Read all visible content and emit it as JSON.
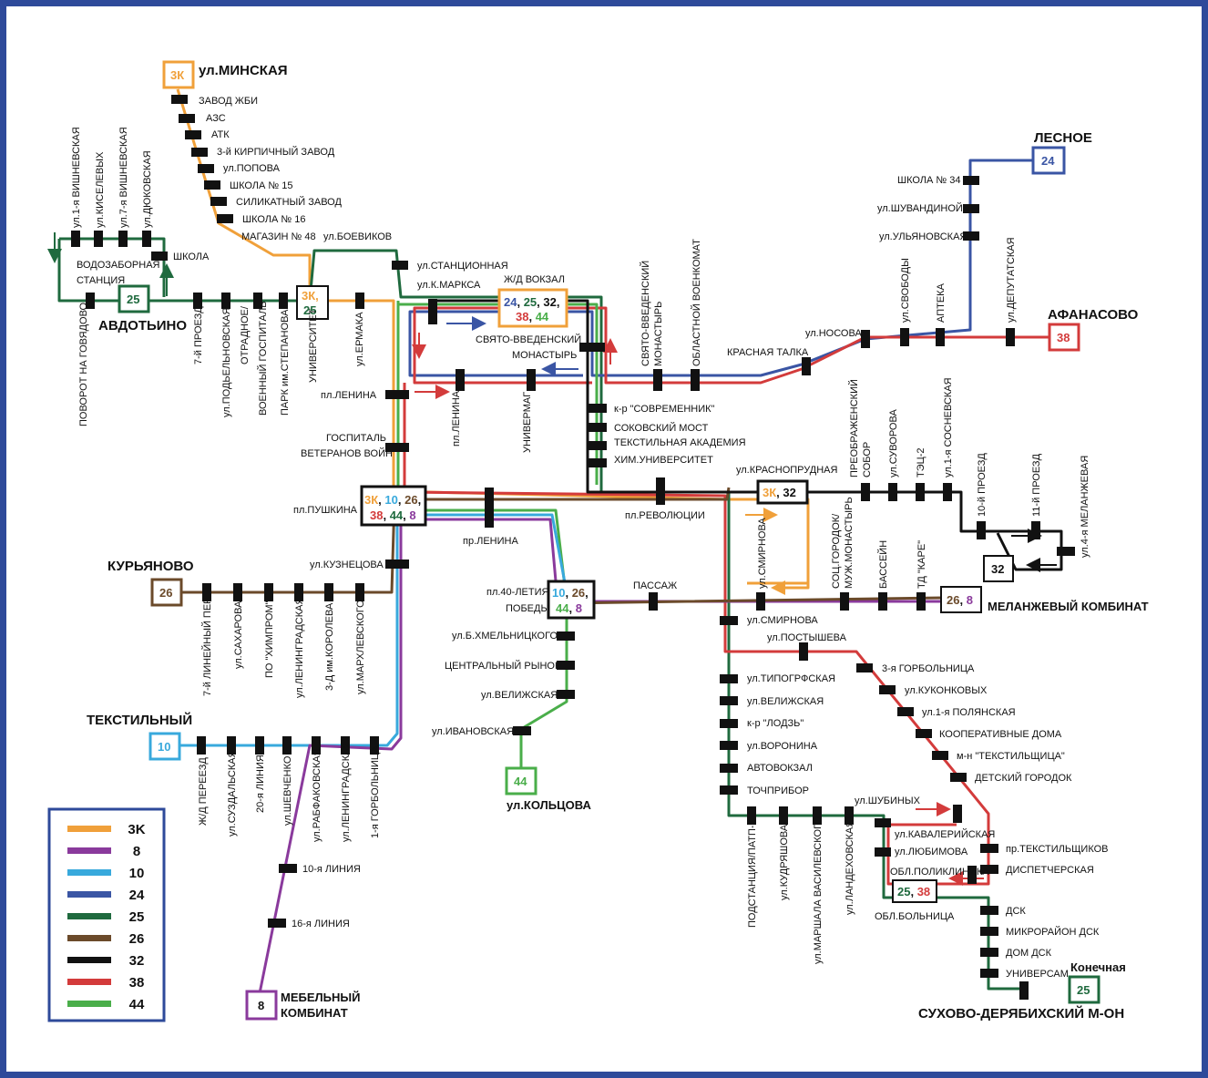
{
  "colors": {
    "3K": "#f0a03a",
    "8": "#8a3a9c",
    "10": "#38a9dc",
    "24": "#3a55a4",
    "25": "#1f6a3e",
    "26": "#6b4a2a",
    "32": "#111111",
    "38": "#d33b3b",
    "44": "#4aae4a",
    "frame": "#2e4a9a"
  },
  "legend": [
    {
      "route": "3K"
    },
    {
      "route": "8"
    },
    {
      "route": "10"
    },
    {
      "route": "24"
    },
    {
      "route": "25"
    },
    {
      "route": "26"
    },
    {
      "route": "32"
    },
    {
      "route": "38"
    },
    {
      "route": "44"
    }
  ],
  "places": {
    "minskaya": "ул.МИНСКАЯ",
    "avdotino": "АВДОТЬИНО",
    "lesnoe": "ЛЕСНОЕ",
    "afanasovo": "АФАНАСОВО",
    "kuryanovo": "КУРЬЯНОВО",
    "tekstilny": "ТЕКСТИЛЬНЫЙ",
    "kolcova": "ул.КОЛЬЦОВА",
    "melanzh": "МЕЛАНЖЕВЫЙ КОМБИНАТ",
    "mebel1": "МЕБЕЛЬНЫЙ",
    "mebel2": "КОМБИНАТ",
    "konechnaya": "Конечная",
    "sukhovo": "СУХОВО-ДЕРЯБИХСКИЙ М-ОН"
  },
  "boxes": {
    "minskaya": "3К",
    "avdotino": "25",
    "lesnoe": "24",
    "afanasovo": "38",
    "kuryanovo": "26",
    "tekstilny": "10",
    "kolcova": "44",
    "mebel": "8",
    "sukhovo": "25",
    "sm32": "32"
  },
  "stops": {
    "minsk_1": "ЗАВОД ЖБИ",
    "minsk_2": "АЗС",
    "minsk_3": "АТК",
    "minsk_4": "3-й КИРПИЧНЫЙ ЗАВОД",
    "minsk_5": "ул.ПОПОВА",
    "minsk_6": "ШКОЛА № 15",
    "minsk_7": "СИЛИКАТНЫЙ ЗАВОД",
    "minsk_8": "ШКОЛА № 16",
    "minsk_9": "МАГАЗИН № 48",
    "v1": "ул.1-я ВИШНЕВСКАЯ",
    "v2": "ул.КИСЕЛЕВЫХ",
    "v3": "ул.7-я ВИШНЕВСКАЯ",
    "v4": "ул.ДЮКОВСКАЯ",
    "shkola": "ШКОЛА",
    "vodozab1": "ВОДОЗАБОРНАЯ",
    "vodozab2": "СТАНЦИЯ",
    "povorot": "ПОВОРОТ НА ГОВЯДОВО",
    "proezd7": "7-й ПРОЕЗД",
    "podelnovskaya": "ул.ПОДЬЕЛЬНОВСКАЯ",
    "otradnoe": "ОТРАДНОЕ/",
    "voen": "ВОЕННЫЙ ГОСПИТАЛЬ",
    "park": "ПАРК им.СТЕПАНОВА",
    "universitet": "УНИВЕРСИТЕТ",
    "ermaka": "ул.ЕРМАКА",
    "boevikov": "ул.БОЕВИКОВ",
    "stancionnaya": "ул.СТАНЦИОННАЯ",
    "kmarksa": "ул.К.МАРКСА",
    "zd": "Ж/Д ВОКЗАЛ",
    "svmon1": "СВЯТО-ВВЕДЕНСКИЙ",
    "svmon2": "МОНАСТЫРЬ",
    "svmon_v1": "СВЯТО-ВВЕДЕНСКИЙ",
    "svmon_v2": "МОНАСТЫРЬ",
    "voenkomat": "ОБЛАСТНОЙ ВОЕНКОМАТ",
    "krtalka": "КРАСНАЯ ТАЛКА",
    "nosova": "ул.НОСОВА",
    "svobody": "ул.СВОБОДЫ",
    "apteka": "АПТЕКА",
    "deputatskaya": "ул.ДЕПУТАТСКАЯ",
    "shk34": "ШКОЛА № 34",
    "shuvandinoy": "ул.ШУВАНДИНОЙ",
    "ulyanovskaya": "ул.УЛЬЯНОВСКАЯ",
    "pllenina": "пл.ЛЕНИНА",
    "plleninav": "пл.ЛЕНИНА",
    "univermag": "УНИВЕРМАГ",
    "gospital1": "ГОСПИТАЛЬ",
    "gospital2": "ВЕТЕРАНОВ ВОЙН",
    "sovremennik": "к-р \"СОВРЕМЕННИК\"",
    "sokovsky": "СОКОВСКИЙ МОСТ",
    "tekstakad": "ТЕКСТИЛЬНАЯ АКАДЕМИЯ",
    "himuniv": "ХИМ.УНИВЕРСИТЕТ",
    "plrevolyucii": "пл.РЕВОЛЮЦИИ",
    "krasnoprudnaya": "ул.КРАСНОПРУДНАЯ",
    "preobr1": "ПРЕОБРАЖЕНСКИЙ",
    "preobr2": "СОБОР",
    "suvorova": "ул.СУВОРОВА",
    "tec2": "ТЭЦ-2",
    "sosnevskaya": "ул.1-я СОСНЕВСКАЯ",
    "proezd10": "10-й ПРОЕЗД",
    "proezd11": "11-й ПРОЕЗД",
    "melanzhevaya": "ул.4-я МЕЛАНЖЕВАЯ",
    "plpushkina": "пл.ПУШКИНА",
    "prlenina": "пр.ЛЕНИНА",
    "kuznecova": "ул.КУЗНЕЦОВА",
    "pl40_1": "пл.40-ЛЕТИЯ",
    "pl40_2": "ПОБЕДЫ",
    "passazh": "ПАССАЖ",
    "smirnovav": "ул.СМИРНОВА",
    "smirnova": "ул.СМИРНОВА",
    "socgor1": "СОЦ.ГОРОДОК/",
    "socgor2": "МУЖ.МОНАСТЫРЬ",
    "basseyn": "БАССЕЙН",
    "tdkare": "ТД \"КАРЕ\"",
    "hmelnickogo": "ул.Б.ХМЕЛЬНИЦКОГО",
    "centrrynok": "ЦЕНТРАЛЬНЫЙ РЫНОК",
    "velizhskaya": "ул.ВЕЛИЖСКАЯ",
    "ivanovskaya": "ул.ИВАНОВСКАЯ",
    "k7linper": "7-й ЛИНЕЙНЫЙ ПЕР.",
    "kSaharova": "ул.САХАРОВА",
    "kHimprom": "ПО \"ХИМПРОМ\"",
    "kLeningr": "ул.ЛЕНИНГРАДСКАЯ",
    "kKoroleva": "3-Д им.КОРОЛЕВА",
    "kMarhlevsk": "ул.МАРХЛЕВСКОГО",
    "tPereezd": "Ж/Д ПЕРЕЕЗД",
    "tSuzdal": "ул.СУЗДАЛЬСКАЯ",
    "t20lin": "20-я ЛИНИЯ",
    "tShevchenko": "ул.ШЕВЧЕНКО",
    "tRabfak": "ул.РАБФАКОВСКАЯ",
    "tLeningr": "ул.ЛЕНИНГРАДСКАЯ",
    "t1gorb": "1-я ГОРБОЛЬНИЦА",
    "lin10": "10-я ЛИНИЯ",
    "lin16": "16-я ЛИНИЯ",
    "postysheva": "ул.ПОСТЫШЕВА",
    "gorb3": "3-я ГОРБОЛЬНИЦА",
    "kukonkovyh": "ул.КУКОНКОВЫХ",
    "polyanskaya": "ул.1-я ПОЛЯНСКАЯ",
    "koopdoma": "КООПЕРАТИВНЫЕ ДОМА",
    "tekstilshica": "м-н \"ТЕКСТИЛЬЩИЦА\"",
    "detgorodok": "ДЕТСКИЙ ГОРОДОК",
    "tipografskaya": "ул.ТИПОГРФСКАЯ",
    "velizhskaya2": "ул.ВЕЛИЖСКАЯ",
    "lodz": "к-р \"ЛОДЗЬ\"",
    "voronina": "ул.ВОРОНИНА",
    "avtovokzal": "АВТОВОКЗАЛ",
    "tochpribor": "ТОЧПРИБОР",
    "podstanciya": "ПОДСТАНЦИЯ/ПАТП-1",
    "kudryashova": "ул.КУДРЯШОВА",
    "vasilevskogo": "ул.МАРШАЛА ВАСИЛЕВСКОГО",
    "landehovskaya": "ул.ЛАНДЕХОВСКАЯ",
    "shubinyh": "ул.ШУБИНЫХ",
    "kavaleriyskaya": "ул.КАВАЛЕРИЙСКАЯ",
    "lyubimova": "ул.ЛЮБИМОВА",
    "oblpolik": "ОБЛ.ПОЛИКЛИНИКА",
    "oblbolnica": "ОБЛ.БОЛЬНИЦА",
    "prtekst": "пр.ТЕКСТИЛЬЩИКОВ",
    "dispetch": "ДИСПЕТЧЕРСКАЯ",
    "dsk": "ДСК",
    "mkrdsk": "МИКРОРАЙОН ДСК",
    "domdsk": "ДОМ ДСК",
    "universam": "УНИВЕРСАМ"
  }
}
